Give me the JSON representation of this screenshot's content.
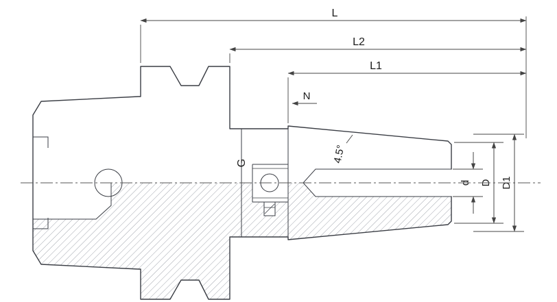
{
  "colors": {
    "background": "#ffffff",
    "line": "#3a3d44",
    "dimension_line": "#444444",
    "hatch": "#8a8f99",
    "text": "#1a1a1a"
  },
  "diagram": {
    "description": "Shrink-fit tool holder technical drawing, half-section with hatching",
    "dimensions": {
      "L": "L",
      "L2": "L2",
      "L1": "L1",
      "N": "N",
      "G": "G",
      "taper_angle": "4.5°",
      "d": "d",
      "D": "D",
      "D1": "D1"
    }
  }
}
